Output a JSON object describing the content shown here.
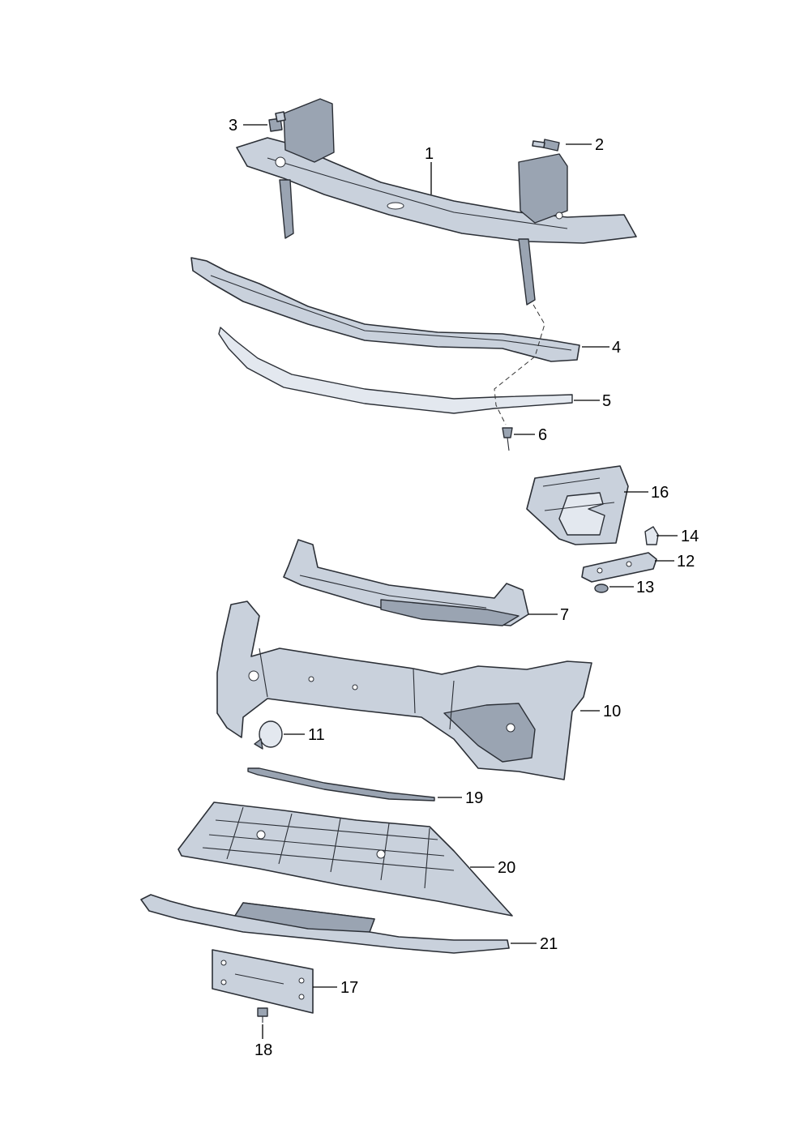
{
  "callouts": {
    "c1": "1",
    "c2": "2",
    "c3": "3",
    "c4": "4",
    "c5": "5",
    "c6": "6",
    "c7": "7",
    "c10": "10",
    "c11": "11",
    "c12": "12",
    "c13": "13",
    "c14": "14",
    "c16": "16",
    "c17": "17",
    "c18": "18",
    "c19": "19",
    "c20": "20",
    "c21": "21"
  },
  "colors": {
    "part_fill": "#c9d1dc",
    "part_shade": "#9aa4b2",
    "outline": "#2b2f36"
  }
}
